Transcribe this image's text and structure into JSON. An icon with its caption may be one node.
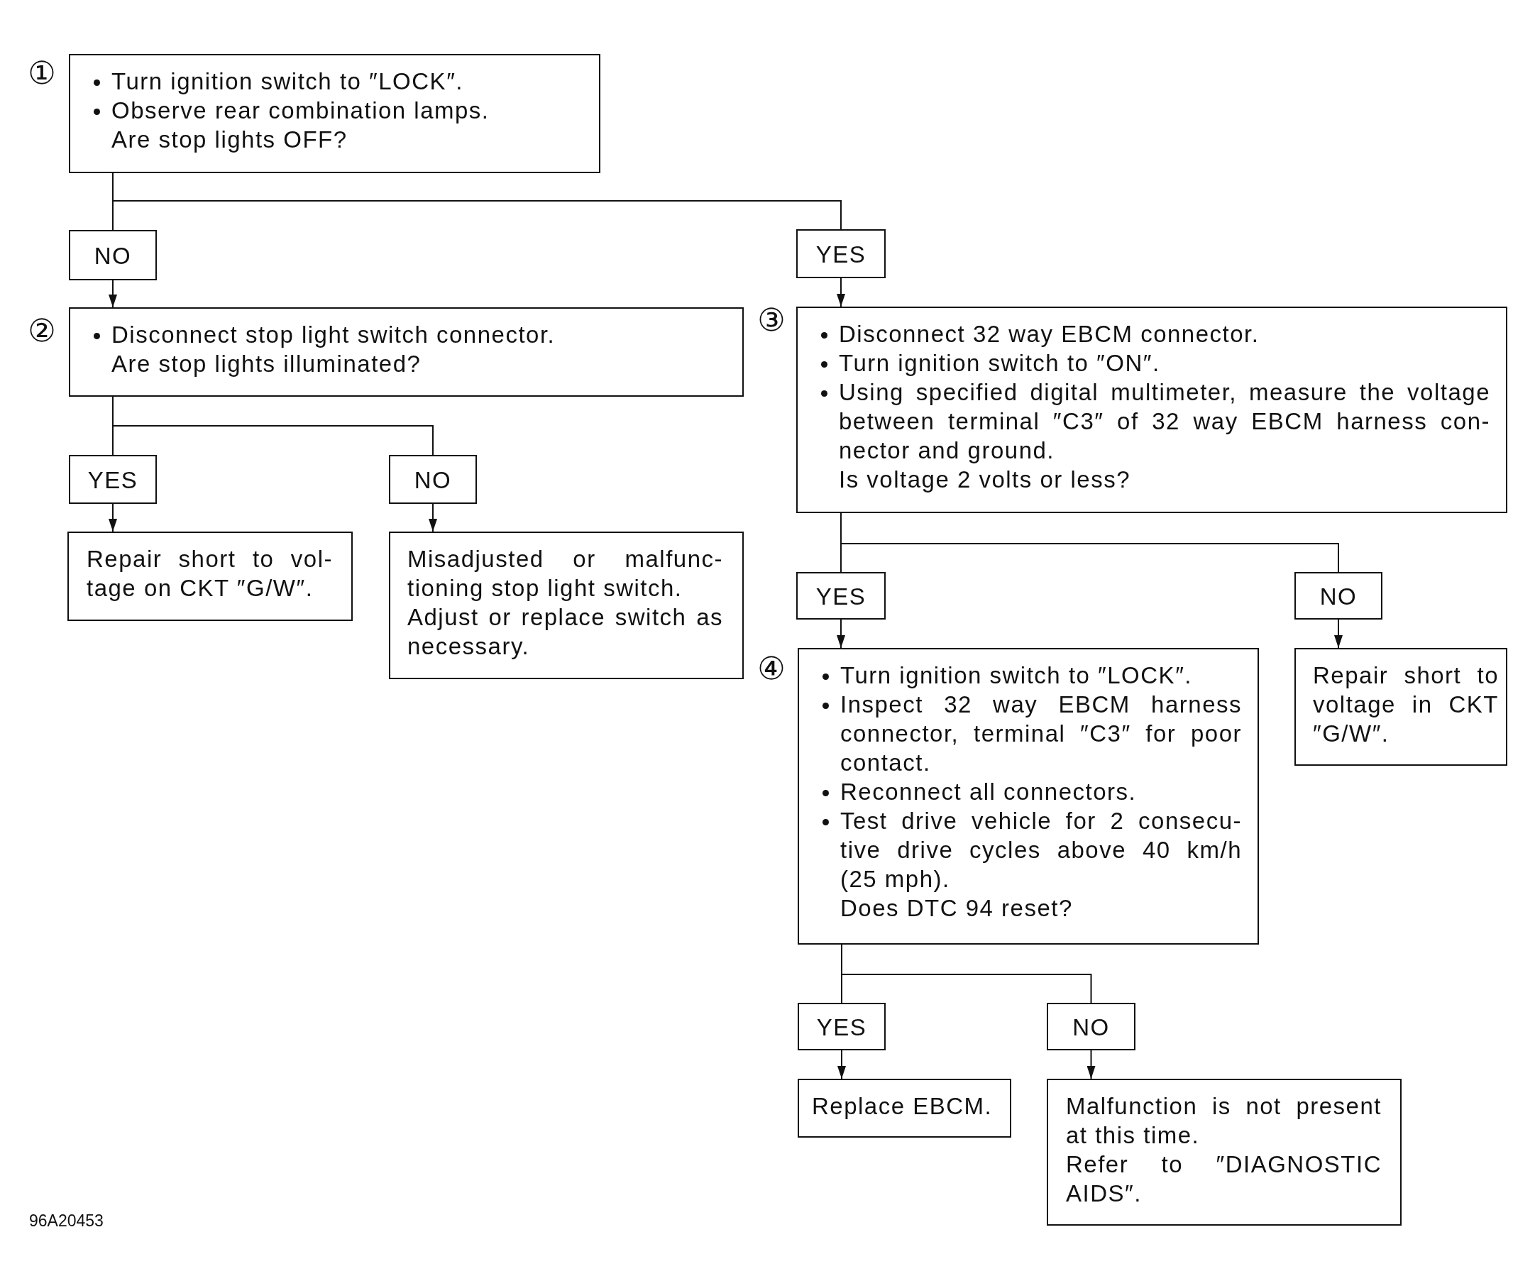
{
  "diagram": {
    "nodes": [
      {
        "text": [
          "Turn ignition switch to ″LOCK″.",
          "Observe rear combination lamps.",
          "Are stop lights OFF?"
        ],
        "beside": [
          "①"
        ]
      },
      {
        "text": [
          "NO"
        ]
      },
      {
        "text": [
          "YES"
        ]
      },
      {
        "text": [
          "Disconnect stop light switch connector.",
          "Are stop lights illuminated?"
        ],
        "beside": [
          "②"
        ]
      },
      {
        "text": [
          "Disconnect 32 way EBCM connector.",
          "Turn ignition switch to ″ON″.",
          "Using specified digital multimeter, measure the voltage between terminal ″C3″ of 32 way EBCM harness con- nector and ground.",
          "Is voltage 2 volts or less?"
        ],
        "beside": [
          "③"
        ]
      },
      {
        "text": [
          "YES"
        ]
      },
      {
        "text": [
          "NO"
        ]
      },
      {
        "text": [
          "Repair short to vol- tage on CKT ″G/W″."
        ]
      },
      {
        "text": [
          "Misadjusted or malfunc- tioning stop light switch.",
          "Adjust or replace switch as necessary."
        ]
      },
      {
        "text": [
          "YES"
        ]
      },
      {
        "text": [
          "NO"
        ]
      },
      {
        "text": [
          "Turn ignition switch to ″LOCK″.",
          "Inspect 32 way EBCM harness connector, terminal ″C3″ for poor contact.",
          "Reconnect all connectors.",
          "Test drive vehicle for 2 consecu- tive drive cycles above 40 km/h (25 mph).",
          "Does DTC 94 reset?"
        ],
        "beside": [
          "④"
        ]
      },
      {
        "text": [
          "Repair short to voltage in CKT ″G/W″."
        ]
      },
      {
        "text": [
          "YES"
        ]
      },
      {
        "text": [
          "NO"
        ]
      },
      {
        "text": [
          "Replace EBCM."
        ]
      },
      {
        "text": [
          "Malfunction is not present at this time.",
          "Refer to ″DIAGNOSTIC AIDS″."
        ]
      }
    ],
    "edges": [
      {
        "from": 0,
        "to": 1,
        "arrow": "none"
      },
      {
        "from": 0,
        "to": 2,
        "arrow": "none"
      },
      {
        "from": 1,
        "to": 3,
        "arrow": "to"
      },
      {
        "from": 2,
        "to": 4,
        "arrow": "to"
      },
      {
        "from": 3,
        "to": 5,
        "arrow": "none"
      },
      {
        "from": 3,
        "to": 6,
        "arrow": "none"
      },
      {
        "from": 5,
        "to": 7,
        "arrow": "to"
      },
      {
        "from": 6,
        "to": 8,
        "arrow": "to"
      },
      {
        "from": 4,
        "to": 9,
        "arrow": "none"
      },
      {
        "from": 4,
        "to": 10,
        "arrow": "none"
      },
      {
        "from": 9,
        "to": 11,
        "arrow": "to"
      },
      {
        "from": 10,
        "to": 12,
        "arrow": "to"
      },
      {
        "from": 11,
        "to": 13,
        "arrow": "none"
      },
      {
        "from": 11,
        "to": 14,
        "arrow": "none"
      },
      {
        "from": 13,
        "to": 15,
        "arrow": "to"
      },
      {
        "from": 14,
        "to": 16,
        "arrow": "to"
      }
    ],
    "labels": [
      "96A20453"
    ]
  }
}
